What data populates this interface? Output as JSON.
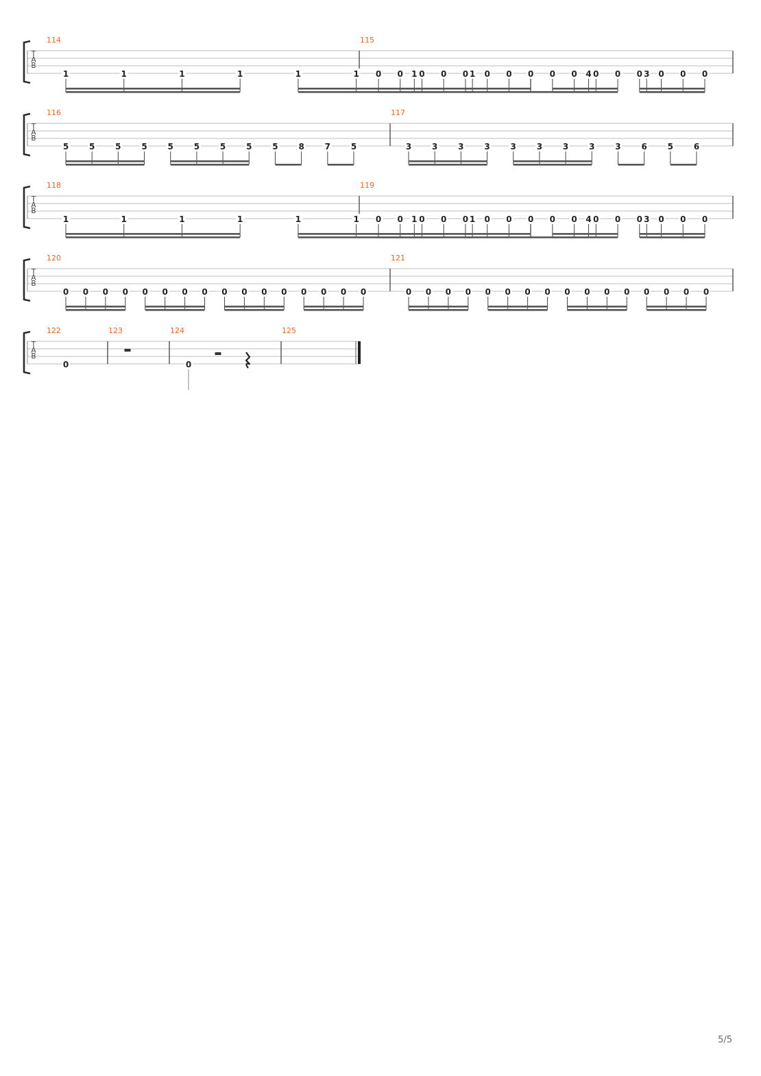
{
  "page_number": "5/5",
  "clef": [
    "T",
    "A",
    "B"
  ],
  "systems": [
    {
      "measures": [
        {
          "number": "114",
          "notes": [
            {
              "fret": "1",
              "dur": 16
            },
            {
              "fret": "1",
              "dur": 16
            },
            {
              "fret": "1",
              "dur": 16
            },
            {
              "fret": "1",
              "dur": 16
            },
            {
              "fret": "1",
              "dur": 16
            },
            {
              "fret": "1",
              "dur": 16
            },
            {
              "fret": "1",
              "dur": 16
            },
            {
              "fret": "1",
              "dur": 16
            },
            {
              "fret": "1",
              "dur": 8
            },
            {
              "fret": "4",
              "dur": 8
            },
            {
              "fret": "3",
              "dur": 8
            },
            {
              "fret": "1",
              "dur": 8
            }
          ]
        },
        {
          "number": "115",
          "notes": [
            {
              "fret": "0",
              "dur": 16
            },
            {
              "fret": "0",
              "dur": 16
            },
            {
              "fret": "0",
              "dur": 16
            },
            {
              "fret": "0",
              "dur": 16
            },
            {
              "fret": "0",
              "dur": 16
            },
            {
              "fret": "0",
              "dur": 16
            },
            {
              "fret": "0",
              "dur": 16
            },
            {
              "fret": "0",
              "dur": 16
            },
            {
              "fret": "0",
              "dur": 16
            },
            {
              "fret": "0",
              "dur": 16
            },
            {
              "fret": "0",
              "dur": 16
            },
            {
              "fret": "0",
              "dur": 16
            },
            {
              "fret": "0",
              "dur": 16
            },
            {
              "fret": "0",
              "dur": 16
            },
            {
              "fret": "0",
              "dur": 16
            },
            {
              "fret": "0",
              "dur": 16
            }
          ]
        }
      ]
    },
    {
      "measures": [
        {
          "number": "116",
          "notes": [
            {
              "fret": "5",
              "dur": 16
            },
            {
              "fret": "5",
              "dur": 16
            },
            {
              "fret": "5",
              "dur": 16
            },
            {
              "fret": "5",
              "dur": 16
            },
            {
              "fret": "5",
              "dur": 16
            },
            {
              "fret": "5",
              "dur": 16
            },
            {
              "fret": "5",
              "dur": 16
            },
            {
              "fret": "5",
              "dur": 16
            },
            {
              "fret": "5",
              "dur": 8
            },
            {
              "fret": "8",
              "dur": 8
            },
            {
              "fret": "7",
              "dur": 8
            },
            {
              "fret": "5",
              "dur": 8
            }
          ]
        },
        {
          "number": "117",
          "notes": [
            {
              "fret": "3",
              "dur": 16
            },
            {
              "fret": "3",
              "dur": 16
            },
            {
              "fret": "3",
              "dur": 16
            },
            {
              "fret": "3",
              "dur": 16
            },
            {
              "fret": "3",
              "dur": 16
            },
            {
              "fret": "3",
              "dur": 16
            },
            {
              "fret": "3",
              "dur": 16
            },
            {
              "fret": "3",
              "dur": 16
            },
            {
              "fret": "3",
              "dur": 8
            },
            {
              "fret": "6",
              "dur": 8
            },
            {
              "fret": "5",
              "dur": 8
            },
            {
              "fret": "6",
              "dur": 8
            }
          ]
        }
      ]
    },
    {
      "measures": [
        {
          "number": "118",
          "notes": [
            {
              "fret": "1",
              "dur": 16
            },
            {
              "fret": "1",
              "dur": 16
            },
            {
              "fret": "1",
              "dur": 16
            },
            {
              "fret": "1",
              "dur": 16
            },
            {
              "fret": "1",
              "dur": 16
            },
            {
              "fret": "1",
              "dur": 16
            },
            {
              "fret": "1",
              "dur": 16
            },
            {
              "fret": "1",
              "dur": 16
            },
            {
              "fret": "1",
              "dur": 8
            },
            {
              "fret": "4",
              "dur": 8
            },
            {
              "fret": "3",
              "dur": 8
            },
            {
              "fret": "1",
              "dur": 8
            }
          ]
        },
        {
          "number": "119",
          "notes": [
            {
              "fret": "0",
              "dur": 16
            },
            {
              "fret": "0",
              "dur": 16
            },
            {
              "fret": "0",
              "dur": 16
            },
            {
              "fret": "0",
              "dur": 16
            },
            {
              "fret": "0",
              "dur": 16
            },
            {
              "fret": "0",
              "dur": 16
            },
            {
              "fret": "0",
              "dur": 16
            },
            {
              "fret": "0",
              "dur": 16
            },
            {
              "fret": "0",
              "dur": 16
            },
            {
              "fret": "0",
              "dur": 16
            },
            {
              "fret": "0",
              "dur": 16
            },
            {
              "fret": "0",
              "dur": 16
            },
            {
              "fret": "0",
              "dur": 16
            },
            {
              "fret": "0",
              "dur": 16
            },
            {
              "fret": "0",
              "dur": 16
            },
            {
              "fret": "0",
              "dur": 16
            }
          ]
        }
      ]
    },
    {
      "measures": [
        {
          "number": "120",
          "notes": [
            {
              "fret": "0",
              "dur": 16
            },
            {
              "fret": "0",
              "dur": 16
            },
            {
              "fret": "0",
              "dur": 16
            },
            {
              "fret": "0",
              "dur": 16
            },
            {
              "fret": "0",
              "dur": 16
            },
            {
              "fret": "0",
              "dur": 16
            },
            {
              "fret": "0",
              "dur": 16
            },
            {
              "fret": "0",
              "dur": 16
            },
            {
              "fret": "0",
              "dur": 16
            },
            {
              "fret": "0",
              "dur": 16
            },
            {
              "fret": "0",
              "dur": 16
            },
            {
              "fret": "0",
              "dur": 16
            },
            {
              "fret": "0",
              "dur": 16
            },
            {
              "fret": "0",
              "dur": 16
            },
            {
              "fret": "0",
              "dur": 16
            },
            {
              "fret": "0",
              "dur": 16
            }
          ]
        },
        {
          "number": "121",
          "notes": [
            {
              "fret": "0",
              "dur": 16
            },
            {
              "fret": "0",
              "dur": 16
            },
            {
              "fret": "0",
              "dur": 16
            },
            {
              "fret": "0",
              "dur": 16
            },
            {
              "fret": "0",
              "dur": 16
            },
            {
              "fret": "0",
              "dur": 16
            },
            {
              "fret": "0",
              "dur": 16
            },
            {
              "fret": "0",
              "dur": 16
            },
            {
              "fret": "0",
              "dur": 16
            },
            {
              "fret": "0",
              "dur": 16
            },
            {
              "fret": "0",
              "dur": 16
            },
            {
              "fret": "0",
              "dur": 16
            },
            {
              "fret": "0",
              "dur": 16
            },
            {
              "fret": "0",
              "dur": 16
            },
            {
              "fret": "0",
              "dur": 16
            },
            {
              "fret": "0",
              "dur": 16
            }
          ]
        }
      ]
    },
    {
      "measures": [
        {
          "number": "122",
          "notes": [
            {
              "fret": "0",
              "dur": 1
            }
          ]
        },
        {
          "number": "123",
          "notes": [
            {
              "rest": "whole"
            }
          ]
        },
        {
          "number": "124",
          "notes": [
            {
              "fret": "0",
              "dur": 4,
              "stem": true
            },
            {
              "rest": "half"
            },
            {
              "rest": "quarter"
            }
          ]
        },
        {
          "number": "125",
          "notes": [],
          "final": true
        }
      ]
    }
  ]
}
